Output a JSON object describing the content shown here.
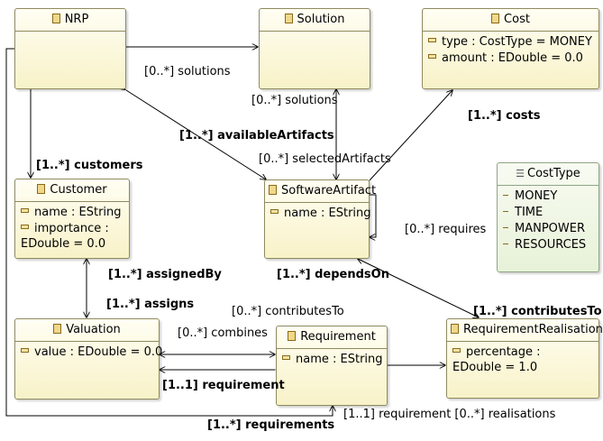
{
  "classes": {
    "nrp": {
      "name": "NRP"
    },
    "solution": {
      "name": "Solution"
    },
    "cost": {
      "name": "Cost",
      "attrs": [
        "type : CostType = MONEY",
        "amount : EDouble = 0.0"
      ]
    },
    "customer": {
      "name": "Customer",
      "attrs": [
        "name : EString",
        "importance : EDouble = 0.0"
      ]
    },
    "software_artifact": {
      "name": "SoftwareArtifact",
      "attrs": [
        "name : EString"
      ]
    },
    "cost_type": {
      "name": "CostType",
      "literals": [
        "MONEY",
        "TIME",
        "MANPOWER",
        "RESOURCES"
      ]
    },
    "valuation": {
      "name": "Valuation",
      "attrs": [
        "value : EDouble = 0.0"
      ]
    },
    "requirement": {
      "name": "Requirement",
      "attrs": [
        "name : EString"
      ]
    },
    "requirement_realisation": {
      "name": "RequirementRealisation",
      "attrs": [
        "percentage : EDouble = 1.0"
      ]
    }
  },
  "labels": {
    "nrp_solutions": "[0..*] solutions",
    "solution_solutions": "[0..*] solutions",
    "costs": "[1..*] costs",
    "available_artifacts": "[1..*] availableArtifacts",
    "selected_artifacts": "[0..*] selectedArtifacts",
    "customers": "[1..*] customers",
    "requires": "[0..*] requires",
    "assigned_by": "[1..*] assignedBy",
    "depends_on": "[1..*] dependsOn",
    "assigns": "[1..*] assigns",
    "contributes_to_left": "[0..*] contributesTo",
    "contributes_to_bold": "[1..*] contributesTo",
    "combines": "[0..*] combines",
    "requirement_11": "[1..1] requirement",
    "requirements": "[1..*] requirements",
    "realisation_bottom": "[1..1] requirement [0..*] realisations"
  }
}
